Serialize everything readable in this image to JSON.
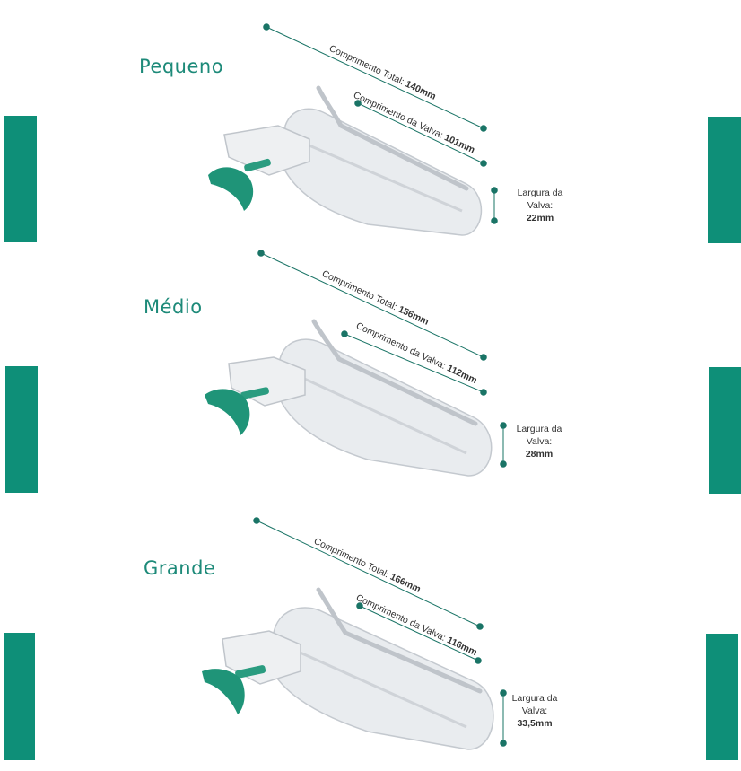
{
  "colors": {
    "accent": "#0e8f78",
    "title": "#1d8a79",
    "line": "#1a7466"
  },
  "sizes": [
    {
      "title": "Pequeno",
      "total_label": "Comprimento Total:",
      "total_value": "140mm",
      "valve_label": "Comprimento da Valva:",
      "valve_value": "101mm",
      "width_line1": "Largura da",
      "width_line2": "Valva:",
      "width_value": "22mm"
    },
    {
      "title": "Médio",
      "total_label": "Comprimento Total:",
      "total_value": "156mm",
      "valve_label": "Comprimento da Valva:",
      "valve_value": "112mm",
      "width_line1": "Largura da",
      "width_line2": "Valva:",
      "width_value": "28mm"
    },
    {
      "title": "Grande",
      "total_label": "Comprimento Total:",
      "total_value": "166mm",
      "valve_label": "Comprimento da Valva:",
      "valve_value": "116mm",
      "width_line1": "Largura da",
      "width_line2": "Valva:",
      "width_value": "33,5mm"
    }
  ]
}
